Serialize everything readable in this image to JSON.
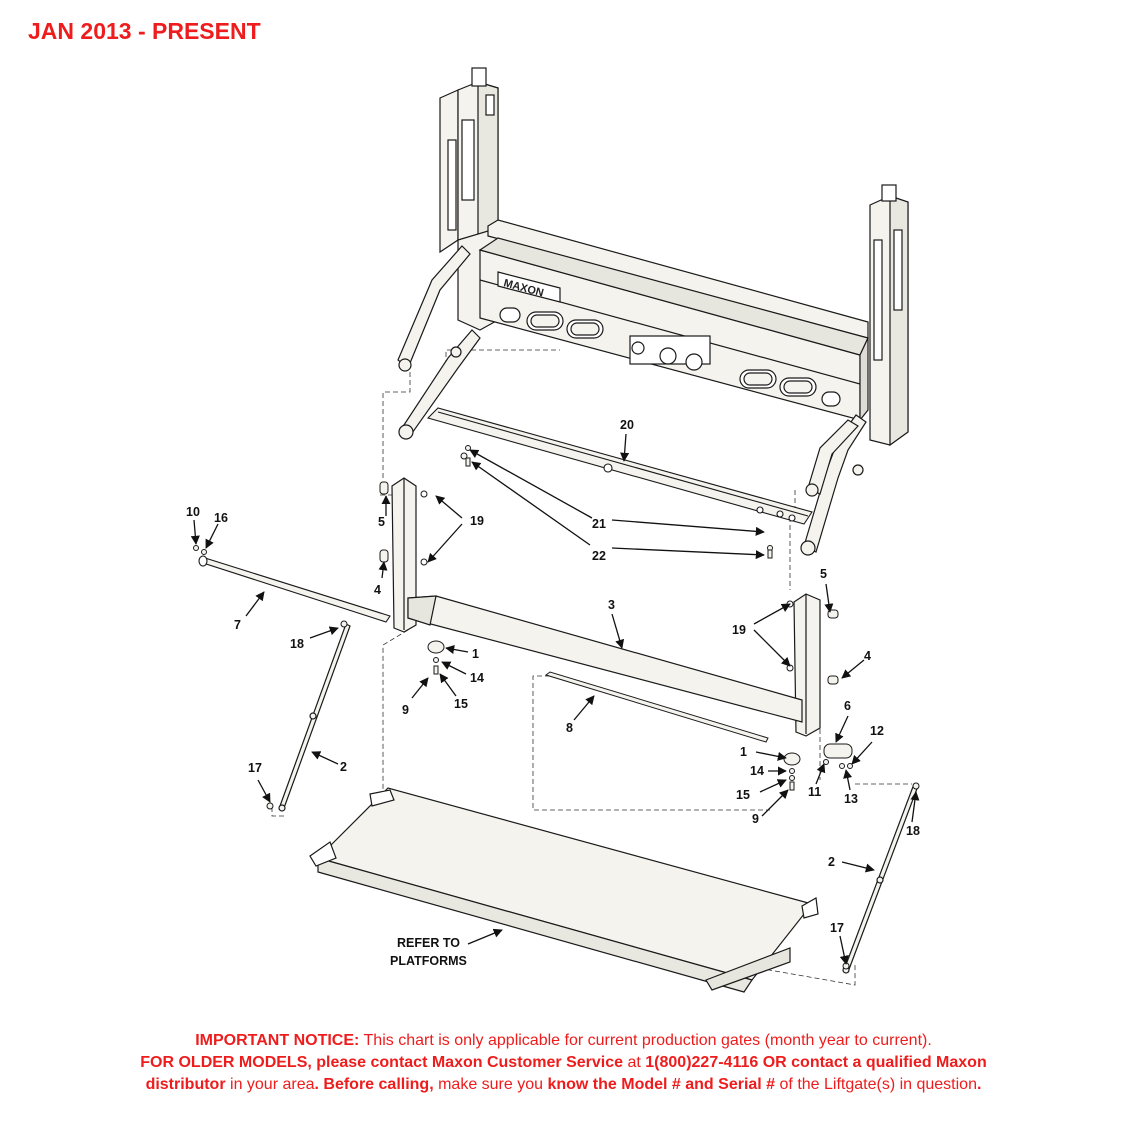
{
  "header": {
    "title": "JAN 2013 - PRESENT"
  },
  "colors": {
    "accent": "#ee1c1c",
    "line": "#1a1a1a",
    "fill": "#f4f3ee"
  },
  "diagram": {
    "logo_text": "MAXON",
    "annotation": [
      "REFER TO",
      "PLATFORMS"
    ],
    "callouts": [
      "20",
      "19",
      "21",
      "22",
      "10",
      "16",
      "5",
      "4",
      "7",
      "18",
      "3",
      "1",
      "14",
      "9",
      "15",
      "8",
      "19",
      "5",
      "4",
      "6",
      "12",
      "1",
      "14",
      "15",
      "11",
      "13",
      "9",
      "17",
      "2",
      "18",
      "2",
      "17"
    ]
  },
  "notice": {
    "line1": {
      "b1": "IMPORTANT NOTICE:",
      "t1": " This chart is only applicable for current production gates (month year to current)."
    },
    "line2": {
      "b1": "FOR OLDER MODELS, please contact Maxon Customer Service",
      "t1": " at ",
      "b2": "1(800)227-4116 OR contact a qualified Maxon"
    },
    "line3": {
      "b1": "distributor",
      "t1": " in your area",
      "b2": ". Before calling,",
      "t2": " make sure you ",
      "b3": "know the Model # and Serial #",
      "t3": " of the Liftgate(s) in question",
      "b4": "."
    }
  }
}
